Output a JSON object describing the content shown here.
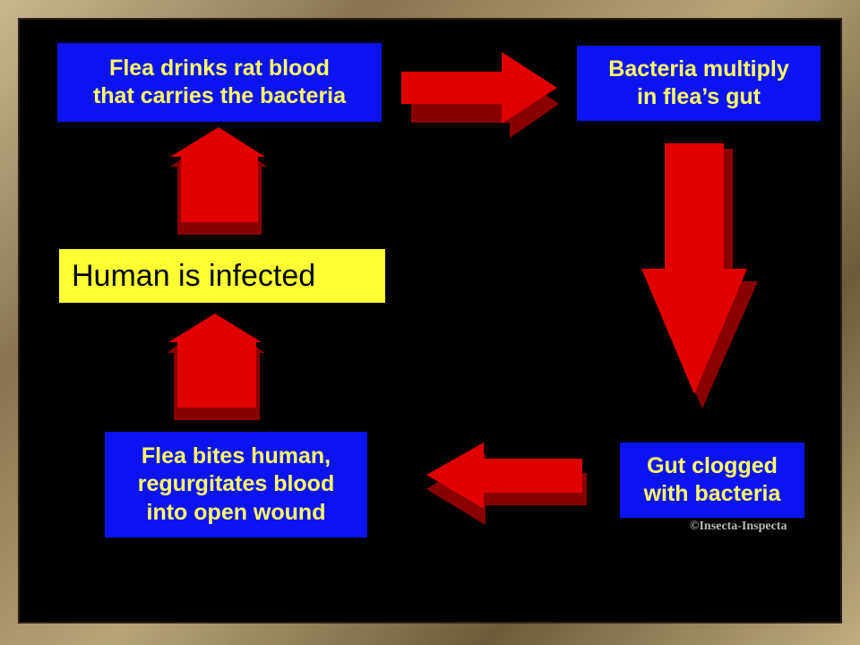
{
  "steps": [
    {
      "line1": "Flea drinks rat blood",
      "line2": "that carries the bacteria"
    },
    {
      "line1": "Bacteria multiply",
      "line2": "in flea’s gut"
    },
    {
      "line1": "Gut clogged",
      "line2": "with bacteria"
    },
    {
      "line1": "Flea bites human,",
      "line2": "regurgitates blood",
      "line3": "into open wound"
    }
  ],
  "center_label": "Human is infected",
  "credit": "©Insecta-Inspecta",
  "colors": {
    "box_blue": "#0b14f0",
    "box_text": "#ffff66",
    "highlight_yellow": "#ffff33",
    "arrow_red": "#e00000",
    "arrow_shadow": "#8a0000",
    "background": "#000000"
  }
}
